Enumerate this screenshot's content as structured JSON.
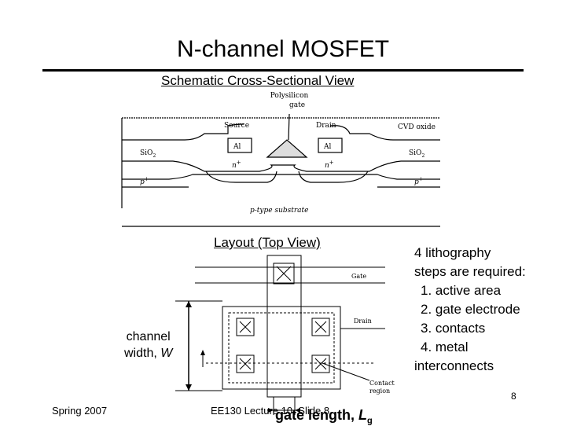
{
  "slide": {
    "title": "N-channel MOSFET",
    "footer_left": "Spring 2007",
    "footer_center": "EE130 Lecture 10, Slide 8",
    "page_number": "8"
  },
  "cross_section": {
    "heading": "Schematic Cross-Sectional View",
    "labels": {
      "polysilicon": "Polysilicon",
      "gate": "gate",
      "source": "Source",
      "drain": "Drain",
      "cvd_oxide": "CVD oxide",
      "sio2": "SiO",
      "sio2_sub": "2",
      "al": "Al",
      "n_plus": "n",
      "plus": "+",
      "p_plus": "p",
      "substrate": "p-type substrate"
    }
  },
  "layout_view": {
    "heading": "Layout (Top View)",
    "labels": {
      "gate": "Gate",
      "drain": "Drain",
      "contact": "Contact",
      "region": "region"
    },
    "channel_width_line1": "channel",
    "channel_width_line2_prefix": "width, ",
    "channel_width_symbol": "W",
    "gate_length_prefix": "gate length, ",
    "gate_length_symbol": "L",
    "gate_length_subscript": "g"
  },
  "notes": {
    "line1": "4 lithography",
    "line2": "steps are required:",
    "steps": [
      "1. active area",
      "2. gate electrode",
      "3. contacts",
      "4. metal"
    ],
    "line_last": "interconnects"
  }
}
